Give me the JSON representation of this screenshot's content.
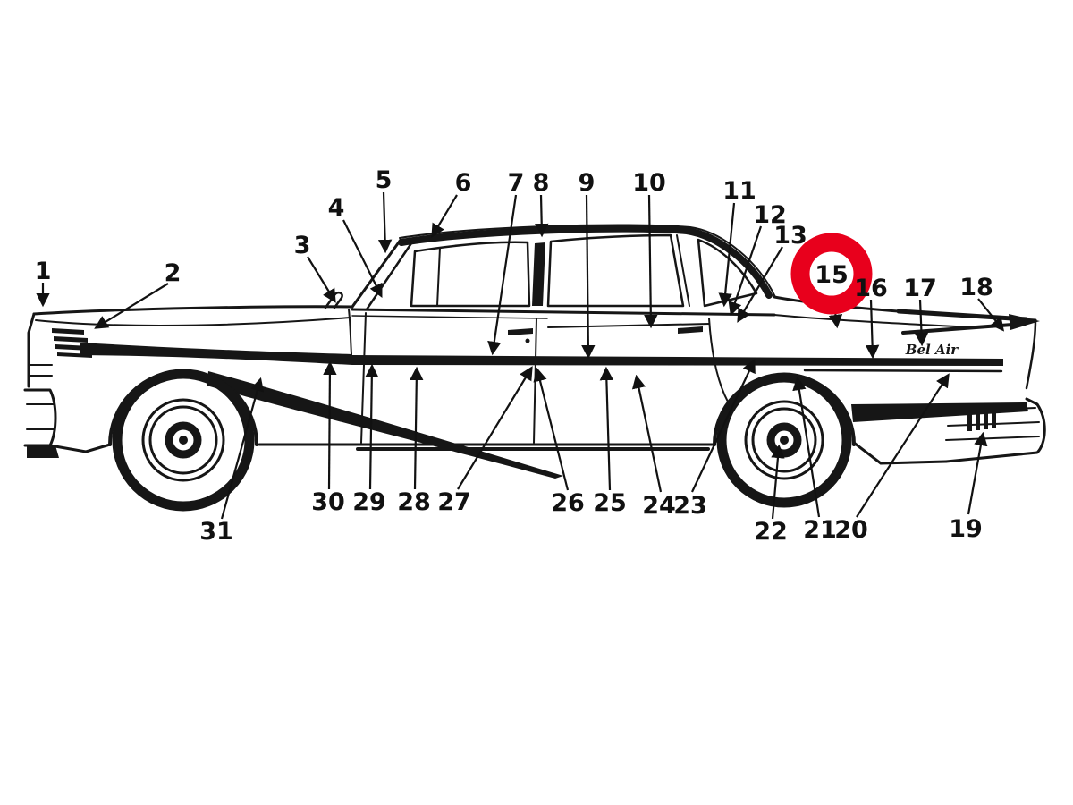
{
  "diagram": {
    "colors": {
      "ink": "#161616",
      "background": "#ffffff",
      "highlight_red": "#e8001c"
    },
    "emblem_text": "Bel Air",
    "highlight": {
      "color": "#e8001c",
      "label": "15"
    },
    "labels": [
      {
        "text": "1",
        "highlighted": false
      },
      {
        "text": "2",
        "highlighted": false
      },
      {
        "text": "3",
        "highlighted": false
      },
      {
        "text": "4",
        "highlighted": false
      },
      {
        "text": "5",
        "highlighted": false
      },
      {
        "text": "6",
        "highlighted": false
      },
      {
        "text": "7",
        "highlighted": false
      },
      {
        "text": "8",
        "highlighted": false
      },
      {
        "text": "9",
        "highlighted": false
      },
      {
        "text": "10",
        "highlighted": false
      },
      {
        "text": "11",
        "highlighted": false
      },
      {
        "text": "12",
        "highlighted": false
      },
      {
        "text": "13",
        "highlighted": false
      },
      {
        "text": "15",
        "highlighted": true
      },
      {
        "text": "16",
        "highlighted": false
      },
      {
        "text": "17",
        "highlighted": false
      },
      {
        "text": "18",
        "highlighted": false
      },
      {
        "text": "19",
        "highlighted": false
      },
      {
        "text": "20",
        "highlighted": false
      },
      {
        "text": "21",
        "highlighted": false
      },
      {
        "text": "22",
        "highlighted": false
      },
      {
        "text": "23",
        "highlighted": false
      },
      {
        "text": "24",
        "highlighted": false
      },
      {
        "text": "25",
        "highlighted": false
      },
      {
        "text": "26",
        "highlighted": false
      },
      {
        "text": "27",
        "highlighted": false
      },
      {
        "text": "28",
        "highlighted": false
      },
      {
        "text": "29",
        "highlighted": false
      },
      {
        "text": "30",
        "highlighted": false
      },
      {
        "text": "31",
        "highlighted": false
      }
    ]
  }
}
